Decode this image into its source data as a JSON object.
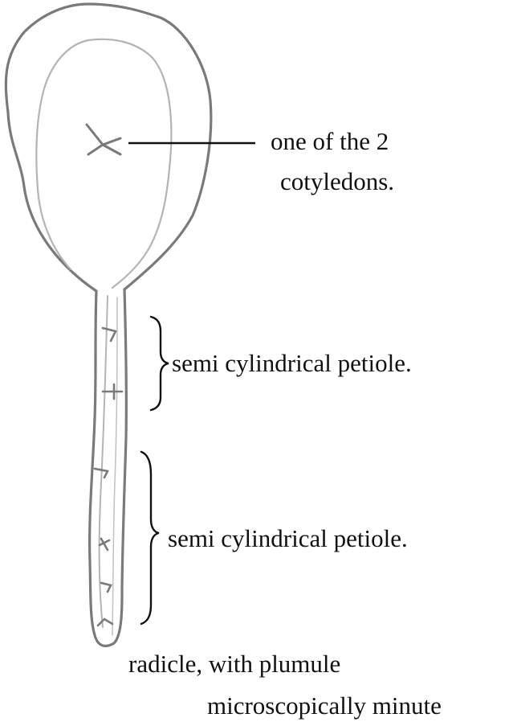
{
  "labels": {
    "cotyledon_line1": "one of the 2",
    "cotyledon_line2": "cotyledons.",
    "petiole_upper": "semi cylindrical petiole.",
    "petiole_lower": "semi cylindrical petiole.",
    "radicle_line1": "radicle, with plumule",
    "radicle_line2": "microscopically minute"
  },
  "colors": {
    "outline": "#7a7a7a",
    "inner_outline": "#b4b4b4",
    "leader": "#111111",
    "text": "#111111"
  }
}
